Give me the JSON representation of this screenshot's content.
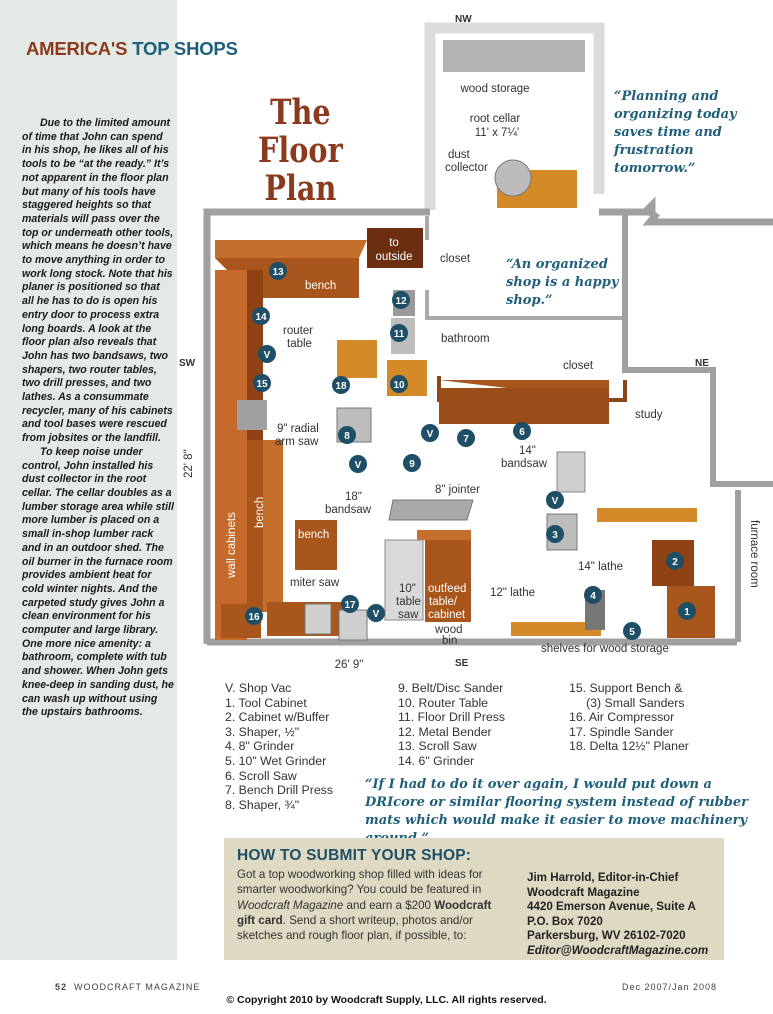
{
  "header": {
    "word1": "AMERICA'S",
    "word2": "TOP SHOPS"
  },
  "sidebar_paragraphs": [
    "Due to the limited amount of time that John can spend in his shop, he likes all of his tools to be “at the ready.” It’s not apparent in the floor plan but many of his tools have staggered heights so that materials will pass over the top or underneath other tools, which means he doesn’t have to move anything in order to work long stock. Note that his planer is positioned so that all he has to do is open his entry door to process extra long boards. A look at the floor plan also reveals that John has two bandsaws, two shapers, two router tables, two drill presses, and two lathes. As a consummate recycler, many of his cabinets and tool bases were rescued from jobsites or the landfill.",
    "To keep noise under control, John installed his dust collector in the root cellar. The cellar doubles as a lumber storage area while still more lumber is placed on a small in-shop lumber rack and in an outdoor shed. The oil burner in the furnace room provides ambient heat for cold winter nights. And the carpeted study gives John a clean environment for his computer and large library. One more nice amenity: a bathroom, complete with tub and shower. When John gets knee-deep in sanding dust, he can wash up without using the upstairs bathrooms."
  ],
  "plan_title": {
    "line1": "The",
    "line2": "Floor Plan"
  },
  "quotes": {
    "q1": "“Planning and organizing today saves time and frustration tomorrow.”",
    "q2": "“An organized shop is a happy shop.”",
    "q3": "“If I had to do it over again, I would put down a DRIcore or similar flooring system instead of rubber mats which would make it easier to move machinery around.”"
  },
  "plan": {
    "compass": {
      "nw": "NW",
      "ne": "NE",
      "sw": "SW",
      "se": "SE"
    },
    "labels": {
      "wood_storage": "wood storage",
      "root_cellar": "root cellar",
      "root_cellar_dims": "11' x 7¼'",
      "dust": "dust",
      "collector": "collector",
      "to": "to",
      "outside": "outside",
      "closet1": "closet",
      "closet2": "closet",
      "bathroom": "bathroom",
      "study": "study",
      "bench1": "bench",
      "bench2": "bench",
      "bench3": "bench",
      "router": "router",
      "table": "table",
      "radial1": "9\" radial",
      "radial2": "arm saw",
      "wall_cabinets": "wall cabinets",
      "bandsaw18a": "18\"",
      "bandsaw18b": "bandsaw",
      "jointer": "8\" jointer",
      "bandsaw14a": "14\"",
      "bandsaw14b": "bandsaw",
      "lathe14": "14\" lathe",
      "lathe12": "12\" lathe",
      "furnace_room": "furnace room",
      "miter_saw": "miter saw",
      "tablesaw1": "10\"",
      "tablesaw2": "table",
      "tablesaw3": "saw",
      "outfeed1": "outfeed",
      "outfeed2": "table/",
      "outfeed3": "cabinet",
      "wood_bin1": "wood",
      "wood_bin2": "bin",
      "shelves": "shelves for wood storage",
      "dim_side": "22' 8\"",
      "dim_bottom": "26' 9\""
    },
    "markers": [
      "1",
      "2",
      "3",
      "4",
      "5",
      "6",
      "7",
      "8",
      "9",
      "10",
      "11",
      "12",
      "13",
      "14",
      "15",
      "16",
      "17",
      "18",
      "V"
    ]
  },
  "legend": {
    "col1": [
      "V. Shop Vac",
      "1. Tool Cabinet",
      "2. Cabinet w/Buffer",
      "3. Shaper, ½\"",
      "4. 8\" Grinder",
      "5. 10\" Wet Grinder",
      "6. Scroll Saw",
      "7. Bench Drill Press",
      "8. Shaper, ¾\""
    ],
    "col2": [
      "9. Belt/Disc Sander",
      "10. Router Table",
      "11. Floor Drill Press",
      "12. Metal Bender",
      "13. Scroll Saw",
      "14. 6\" Grinder"
    ],
    "col3": [
      "15. Support Bench &",
      "     (3) Small Sanders",
      "16. Air Compressor",
      "17. Spindle Sander",
      "18. Delta 12½\" Planer"
    ]
  },
  "submit": {
    "title": "HOW TO SUBMIT YOUR SHOP:",
    "body_1": "Got a top woodworking shop filled with ideas for smarter woodworking? You could be featured in ",
    "body_mag": "Woodcraft Magazine",
    "body_2": " and earn a $200 ",
    "body_card": "Woodcraft gift card",
    "body_3": ". Send a short writeup, photos and/or sketches and rough floor plan, if possible, to:",
    "address": [
      "Jim Harrold, Editor-in-Chief",
      "Woodcraft Magazine",
      "4420 Emerson Avenue, Suite A",
      "P.O. Box 7020",
      "Parkersburg, WV 26102-7020",
      "Editor@WoodcraftMagazine.com"
    ]
  },
  "footer": {
    "page_num": "52",
    "magazine": "WOODCRAFT MAGAZINE",
    "date": "Dec 2007/Jan 2008",
    "copyright": "© Copyright 2010 by Woodcraft Supply, LLC.  All rights reserved."
  },
  "colors": {
    "brown": "#8b3a1e",
    "teal": "#1f5f7a",
    "marker": "#1f4f66",
    "wood": "#a9561d",
    "sidebar_bg": "#e3eae6",
    "box_bg": "#ddd9c3"
  }
}
